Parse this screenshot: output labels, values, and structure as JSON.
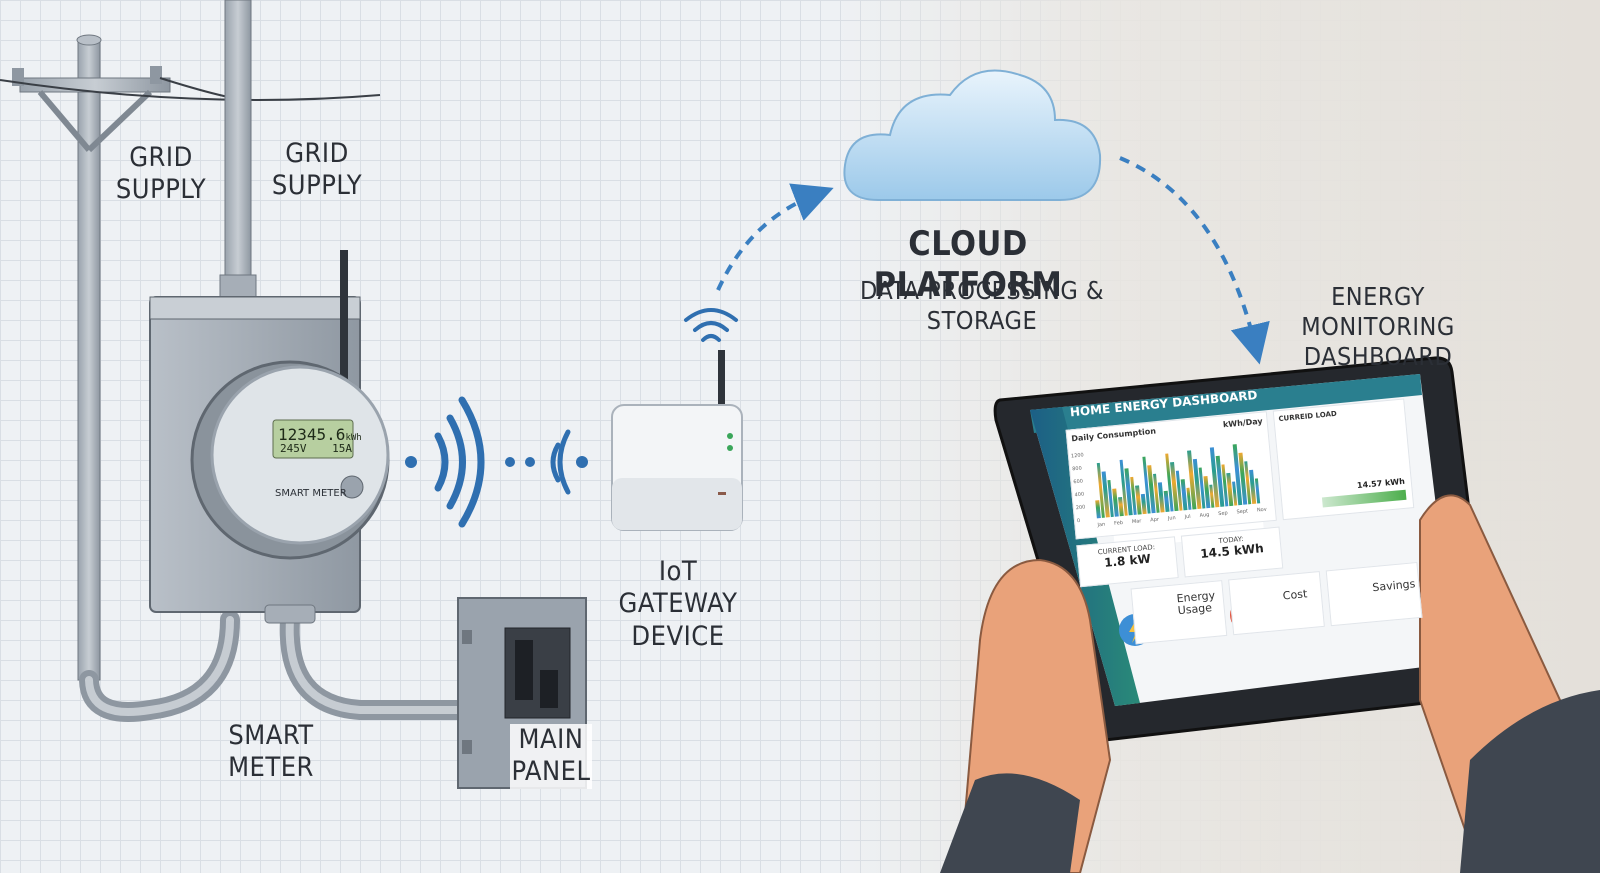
{
  "labels": {
    "grid_supply_left": "GRID\nSUPPLY",
    "grid_supply_right": "GRID\nSUPPLY",
    "smart_meter": "SMART\nMETER",
    "main_panel": "MAIN\nPANEL",
    "iot_gateway": "IoT GATEWAY\nDEVICE",
    "cloud_title": "CLOUD PLATFORM",
    "cloud_subtitle": "DATA PROCESSING & STORAGE",
    "energy_dashboard": "ENERGY MONITORING\nDASHBOARD"
  },
  "meter": {
    "reading": "12345.6",
    "reading_unit": "kWh",
    "voltage": "245V",
    "current": "15A",
    "face_label": "SMART METER"
  },
  "tablet": {
    "header_title": "HOME ENERGY DASHBOARD",
    "chart_title": "Daily Consumption",
    "chart_unit": "kWh/Day",
    "y_ticks": [
      "1200",
      "800",
      "600",
      "400",
      "200",
      "0"
    ],
    "x_ticks": [
      "Jan",
      "Feb",
      "Mar",
      "Apr",
      "Jun",
      "Jul",
      "Aug",
      "Sep",
      "Sept",
      "Nov"
    ],
    "donut_title": "CURREID LOAD",
    "donut_value": "14.57 kWh",
    "current_load_label": "CURRENT LOAD:",
    "current_load_value": "1.8 kW",
    "today_label": "TODAY:",
    "today_value": "14.5 kWh",
    "tiles": [
      {
        "label": "Energy\nUsage",
        "icon": "lightning-icon",
        "color": "#3d8fd6"
      },
      {
        "label": "Cost",
        "icon": "house-icon",
        "color": "#e0533d"
      },
      {
        "label": "Savings",
        "icon": "dollar-icon",
        "color": "#3aa65a"
      }
    ]
  },
  "colors": {
    "arrow_blue": "#3a7fc1",
    "signal_blue": "#2f6fb0",
    "dashboard_header": "#1f6f8b",
    "accent_green": "#4cae4c"
  }
}
